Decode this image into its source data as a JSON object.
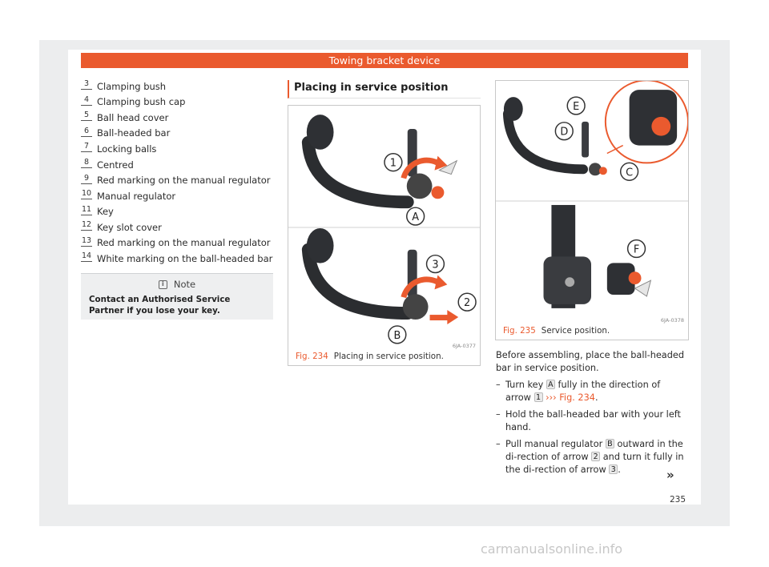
{
  "header": {
    "title": "Towing bracket device"
  },
  "legend": [
    {
      "num": "3",
      "text": "Clamping bush"
    },
    {
      "num": "4",
      "text": "Clamping bush cap"
    },
    {
      "num": "5",
      "text": "Ball head cover"
    },
    {
      "num": "6",
      "text": "Ball-headed bar"
    },
    {
      "num": "7",
      "text": "Locking balls"
    },
    {
      "num": "8",
      "text": "Centred"
    },
    {
      "num": "9",
      "text": "Red marking on the manual regulator"
    },
    {
      "num": "10",
      "text": "Manual regulator"
    },
    {
      "num": "11",
      "text": "Key"
    },
    {
      "num": "12",
      "text": "Key slot cover"
    },
    {
      "num": "13",
      "text": "Red marking on the manual regulator"
    },
    {
      "num": "14",
      "text": "White marking on the ball-headed bar"
    }
  ],
  "note": {
    "heading": "Note",
    "body": "Contact an Authorised Service Partner if you lose your key."
  },
  "section": {
    "title": "Placing in service position"
  },
  "fig234": {
    "number": "Fig. 234",
    "caption": "Placing in service position.",
    "code": "6JA-0377",
    "labels": {
      "one": "1",
      "two": "2",
      "three": "3",
      "a": "A",
      "b": "B"
    }
  },
  "fig235": {
    "number": "Fig. 235",
    "caption": "Service position.",
    "code": "6JA-0378",
    "labels": {
      "c": "C",
      "d": "D",
      "e": "E",
      "f": "F"
    }
  },
  "body": {
    "intro": "Before assembling, place the ball-headed bar in service position.",
    "step1": {
      "a": "Turn key ",
      "key": "A",
      "b": " fully in the direction of arrow ",
      "arrow": "1",
      "ref": "››› Fig. 234",
      "c": "."
    },
    "step2": "Hold the ball-headed bar with your left hand.",
    "step3": {
      "a": "Pull manual regulator ",
      "reg": "B",
      "b": " outward in the di-rection of arrow ",
      "arrow2": "2",
      "c": " and turn it fully in the di-rection of arrow ",
      "arrow3": "3",
      "d": "."
    }
  },
  "continue_mark": "»",
  "page_number": "235",
  "watermark": "carmanualsonline.info",
  "colors": {
    "accent": "#ea5a2e",
    "frame": "#ecedee",
    "note_bg": "#eeeff0"
  }
}
